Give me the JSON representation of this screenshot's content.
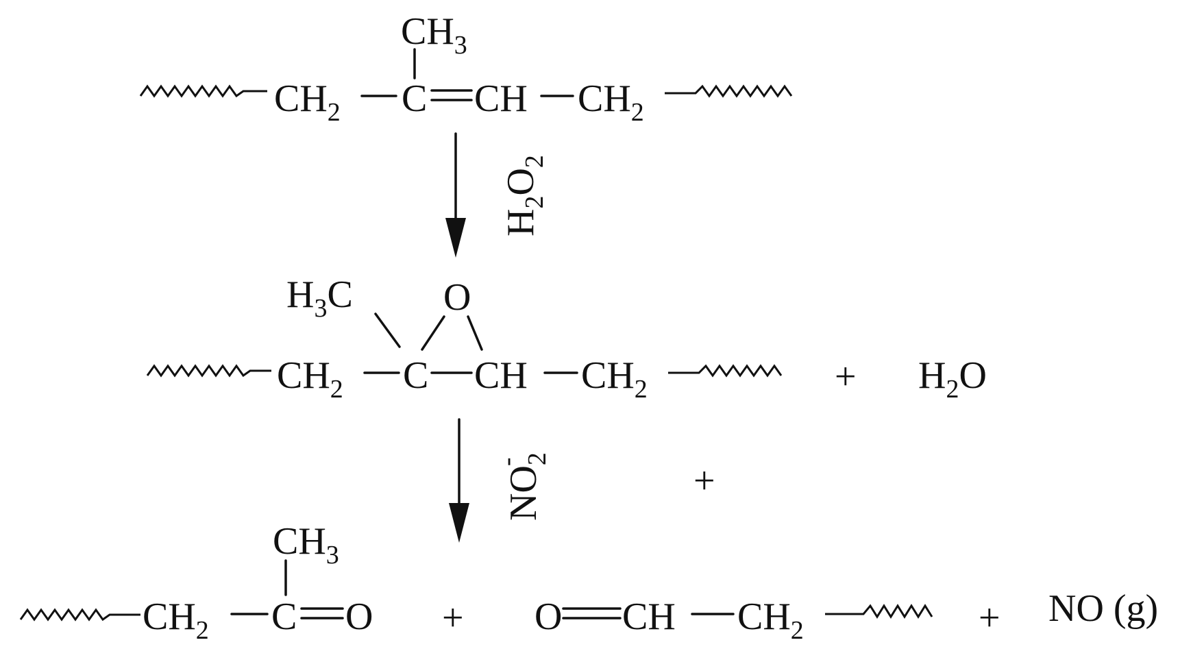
{
  "reactant": {
    "ch2_left": "CH",
    "ch2_left_sub": "2",
    "c_center": "C",
    "ch_double": "CH",
    "ch2_right": "CH",
    "ch2_right_sub": "2",
    "methyl": "CH",
    "methyl_sub": "3"
  },
  "step1": {
    "reagent_h": "H",
    "reagent_h_sub": "2",
    "reagent_o": "O",
    "reagent_o_sub": "2"
  },
  "epoxide": {
    "ch2_left": "CH",
    "ch2_left_sub": "2",
    "c_center": "C",
    "ch": "CH",
    "ch2_right": "CH",
    "ch2_right_sub": "2",
    "methyl_h": "H",
    "methyl_sub": "3",
    "methyl_c": "C",
    "oxygen": "O",
    "plus": "+",
    "water_h": "H",
    "water_sub": "2",
    "water_o": "O"
  },
  "step2": {
    "reagent_no": "NO",
    "reagent_sub": "2",
    "reagent_charge": "-"
  },
  "middle_plus": "+",
  "products": {
    "ketone_ch2": "CH",
    "ketone_ch2_sub": "2",
    "ketone_c": "C",
    "ketone_o": "O",
    "ketone_methyl": "CH",
    "ketone_methyl_sub": "3",
    "plus1": "+",
    "aldehyde_o": "O",
    "aldehyde_ch": "CH",
    "aldehyde_ch2": "CH",
    "aldehyde_ch2_sub": "2",
    "plus2": "+",
    "no_gas": "NO (g)"
  }
}
